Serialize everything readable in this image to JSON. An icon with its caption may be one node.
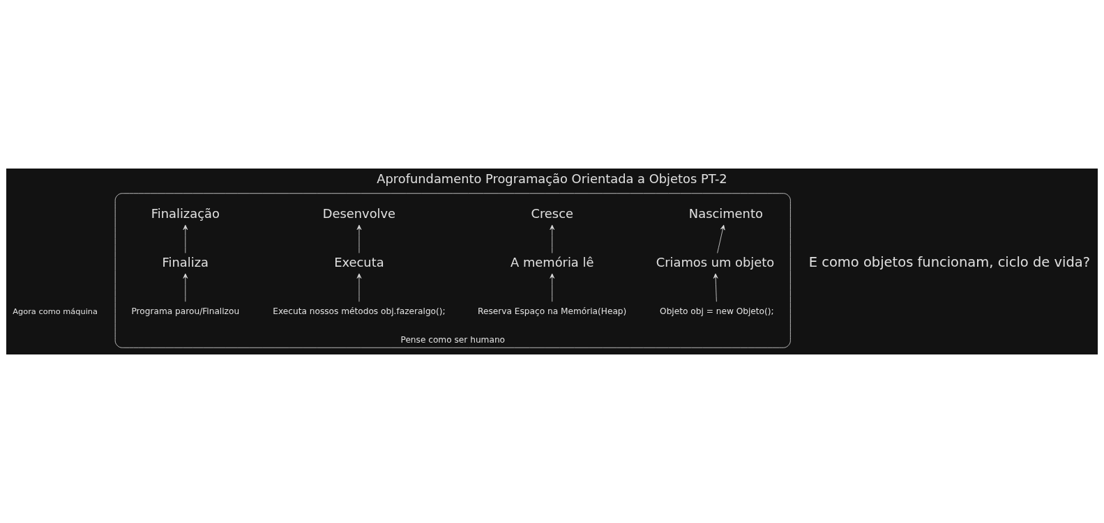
{
  "diagram": {
    "title": "Aprofundamento Programação Orientada a Objetos PT-2",
    "nodes": [
      {
        "text": [
          "Pense como ser humano"
        ]
      },
      {
        "text": [
          "Nascimento"
        ],
        "in": 0
      },
      {
        "text": [
          "Cresce"
        ],
        "in": 0
      },
      {
        "text": [
          "Desenvolve"
        ],
        "in": 0
      },
      {
        "text": [
          "Finalização"
        ],
        "in": 0
      },
      {
        "text": [
          "Criamos um objeto"
        ],
        "in": 0
      },
      {
        "text": [
          "A memória lê"
        ],
        "in": 0
      },
      {
        "text": [
          "Executa"
        ],
        "in": 0
      },
      {
        "text": [
          "Finaliza"
        ],
        "in": 0
      },
      {
        "text": [
          "Objeto obj = new Objeto();"
        ],
        "in": 0
      },
      {
        "text": [
          "Reserva Espaço na Memória(Heap)"
        ],
        "in": 0
      },
      {
        "text": [
          "Executa nossos métodos obj.fazeralgo();"
        ],
        "in": 0
      },
      {
        "text": [
          "Programa parou/Finalizou"
        ],
        "in": 0
      }
    ],
    "edges": [
      {
        "from": 5,
        "to": 1,
        "arrow": "to"
      },
      {
        "from": 6,
        "to": 2,
        "arrow": "to"
      },
      {
        "from": 7,
        "to": 3,
        "arrow": "to"
      },
      {
        "from": 8,
        "to": 4,
        "arrow": "to"
      },
      {
        "from": 9,
        "to": 5,
        "arrow": "to"
      },
      {
        "from": 10,
        "to": 6,
        "arrow": "to"
      },
      {
        "from": 11,
        "to": 7,
        "arrow": "to"
      },
      {
        "from": 12,
        "to": 8,
        "arrow": "to"
      }
    ],
    "labels": [
      "E como objetos funcionam, ciclo de vida?",
      "Agora como máquina"
    ]
  }
}
